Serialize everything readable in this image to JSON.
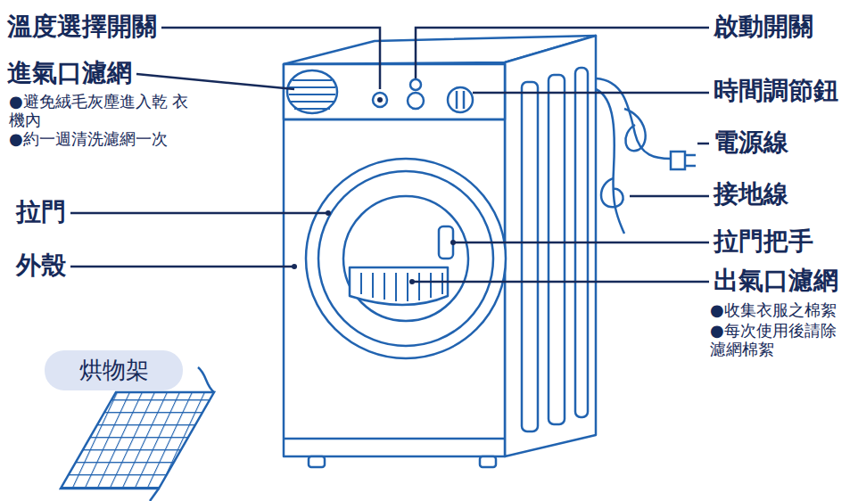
{
  "diagram": {
    "nodes": [
      {
        "text": [
          "烘物架"
        ]
      }
    ],
    "labels": [
      "溫度選擇開關",
      "進氣口濾網",
      "●避免絨毛灰塵進入乾 衣機內",
      "●約一週清洗濾網一次",
      "拉門",
      "外殼",
      "啟動開關",
      "時間調節鈕",
      "電源線",
      "接地線",
      "拉門把手",
      "出氣口濾網",
      "●收集衣服之棉絮",
      "●每次使用後請除 濾網棉絮"
    ]
  }
}
